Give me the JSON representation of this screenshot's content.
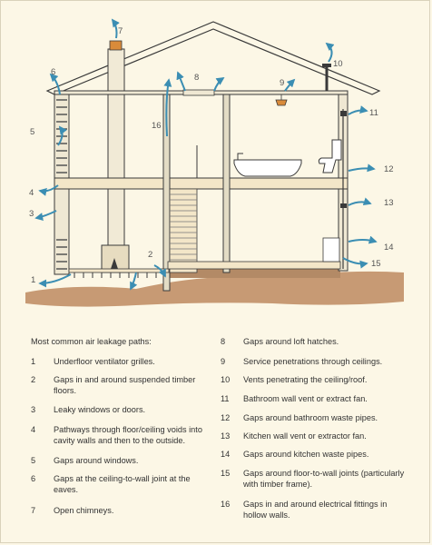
{
  "diagram": {
    "labels": [
      "1",
      "2",
      "3",
      "4",
      "5",
      "6",
      "7",
      "8",
      "9",
      "10",
      "11",
      "12",
      "13",
      "14",
      "15",
      "16"
    ],
    "colors": {
      "background": "#fcf7e6",
      "ground": "#c79a74",
      "floor": "#f3e6c8",
      "wall": "#cbc5b0",
      "arrow": "#3b8eb3",
      "outline": "#3a3a3a"
    }
  },
  "legend": {
    "title": "Most common air leakage paths:",
    "items": [
      {
        "num": "1",
        "text": "Underfloor ventilator grilles."
      },
      {
        "num": "2",
        "text": "Gaps in and around suspended timber floors."
      },
      {
        "num": "3",
        "text": "Leaky windows or doors."
      },
      {
        "num": "4",
        "text": "Pathways through floor/ceiling voids into cavity walls and then to the outside."
      },
      {
        "num": "5",
        "text": "Gaps around windows."
      },
      {
        "num": "6",
        "text": "Gaps at the ceiling-to-wall joint at the eaves."
      },
      {
        "num": "7",
        "text": "Open chimneys."
      },
      {
        "num": "8",
        "text": "Gaps around loft hatches."
      },
      {
        "num": "9",
        "text": "Service penetrations through ceilings."
      },
      {
        "num": "10",
        "text": "Vents penetrating the ceiling/roof."
      },
      {
        "num": "11",
        "text": "Bathroom wall vent or extract fan."
      },
      {
        "num": "12",
        "text": "Gaps around bathroom waste pipes."
      },
      {
        "num": "13",
        "text": "Kitchen wall vent or extractor fan."
      },
      {
        "num": "14",
        "text": "Gaps around kitchen waste pipes."
      },
      {
        "num": "15",
        "text": "Gaps around floor-to-wall joints (particularly with timber frame)."
      },
      {
        "num": "16",
        "text": "Gaps in and around electrical fittings in hollow walls."
      }
    ]
  }
}
